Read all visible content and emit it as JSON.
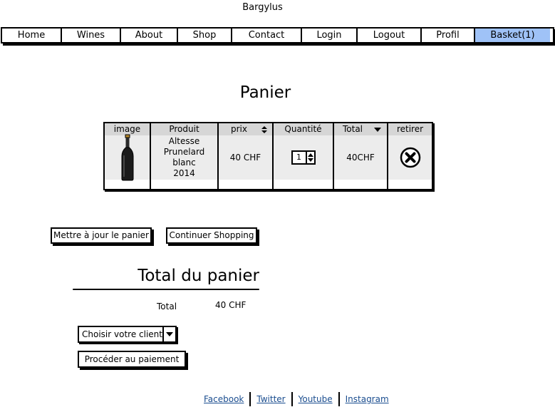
{
  "site": {
    "title": "Bargylus"
  },
  "nav": {
    "items": [
      {
        "label": "Home"
      },
      {
        "label": "Wines"
      },
      {
        "label": "About"
      },
      {
        "label": "Shop"
      },
      {
        "label": "Contact"
      },
      {
        "label": "Login"
      },
      {
        "label": "Logout"
      },
      {
        "label": "Profil"
      },
      {
        "label": "Basket(1)",
        "active": true
      }
    ],
    "active_color": "#9fc2f7"
  },
  "page": {
    "title": "Panier"
  },
  "cart": {
    "columns": [
      "image",
      "Produit",
      "prix",
      "Quantité",
      "Total",
      "retirer"
    ],
    "rows": [
      {
        "image_icon": "wine-bottle-icon",
        "product": "Altesse\nPrunelard\nblanc\n2014",
        "price": "40 CHF",
        "quantity": "1",
        "total": "40CHF",
        "remove_icon": "remove-circle-icon"
      }
    ]
  },
  "actions": {
    "update_label": "Mettre à jour le panier",
    "continue_label": "Continuer Shopping"
  },
  "totals": {
    "title": "Total du panier",
    "total_label": "Total",
    "total_value": "40 CHF"
  },
  "client_select": {
    "selected": "Choisir votre client"
  },
  "payment": {
    "label": "Procéder au paiement"
  },
  "footer": {
    "links": [
      {
        "label": "Facebook"
      },
      {
        "label": "Twitter"
      },
      {
        "label": "Youtube"
      },
      {
        "label": "Instagram"
      }
    ],
    "link_color": "#1a4d8f"
  }
}
